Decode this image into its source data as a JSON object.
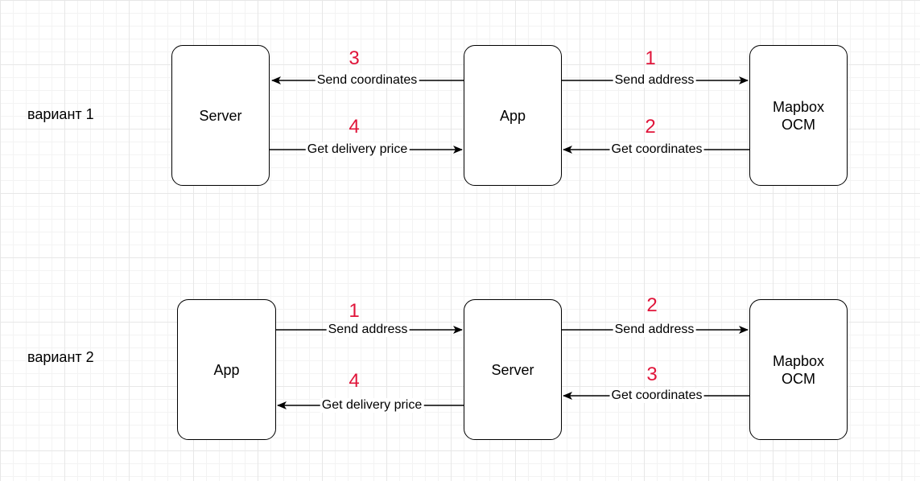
{
  "colors": {
    "step_number": "#e0153a",
    "stroke": "#000000",
    "grid": "#e7e7e7"
  },
  "variant1": {
    "label": "вариант 1",
    "nodes": {
      "server": "Server",
      "app": "App",
      "mapbox": "Mapbox\nOCM"
    },
    "edges": [
      {
        "step": "3",
        "label": "Send coordinates",
        "from": "app",
        "to": "server"
      },
      {
        "step": "4",
        "label": "Get delivery price",
        "from": "server",
        "to": "app"
      },
      {
        "step": "1",
        "label": "Send address",
        "from": "app",
        "to": "mapbox"
      },
      {
        "step": "2",
        "label": "Get coordinates",
        "from": "mapbox",
        "to": "app"
      }
    ]
  },
  "variant2": {
    "label": "вариант 2",
    "nodes": {
      "app": "App",
      "server": "Server",
      "mapbox": "Mapbox\nOCM"
    },
    "edges": [
      {
        "step": "1",
        "label": "Send address",
        "from": "app",
        "to": "server"
      },
      {
        "step": "4",
        "label": "Get delivery price",
        "from": "server",
        "to": "app"
      },
      {
        "step": "2",
        "label": "Send address",
        "from": "server",
        "to": "mapbox"
      },
      {
        "step": "3",
        "label": "Get coordinates",
        "from": "mapbox",
        "to": "server"
      }
    ]
  }
}
